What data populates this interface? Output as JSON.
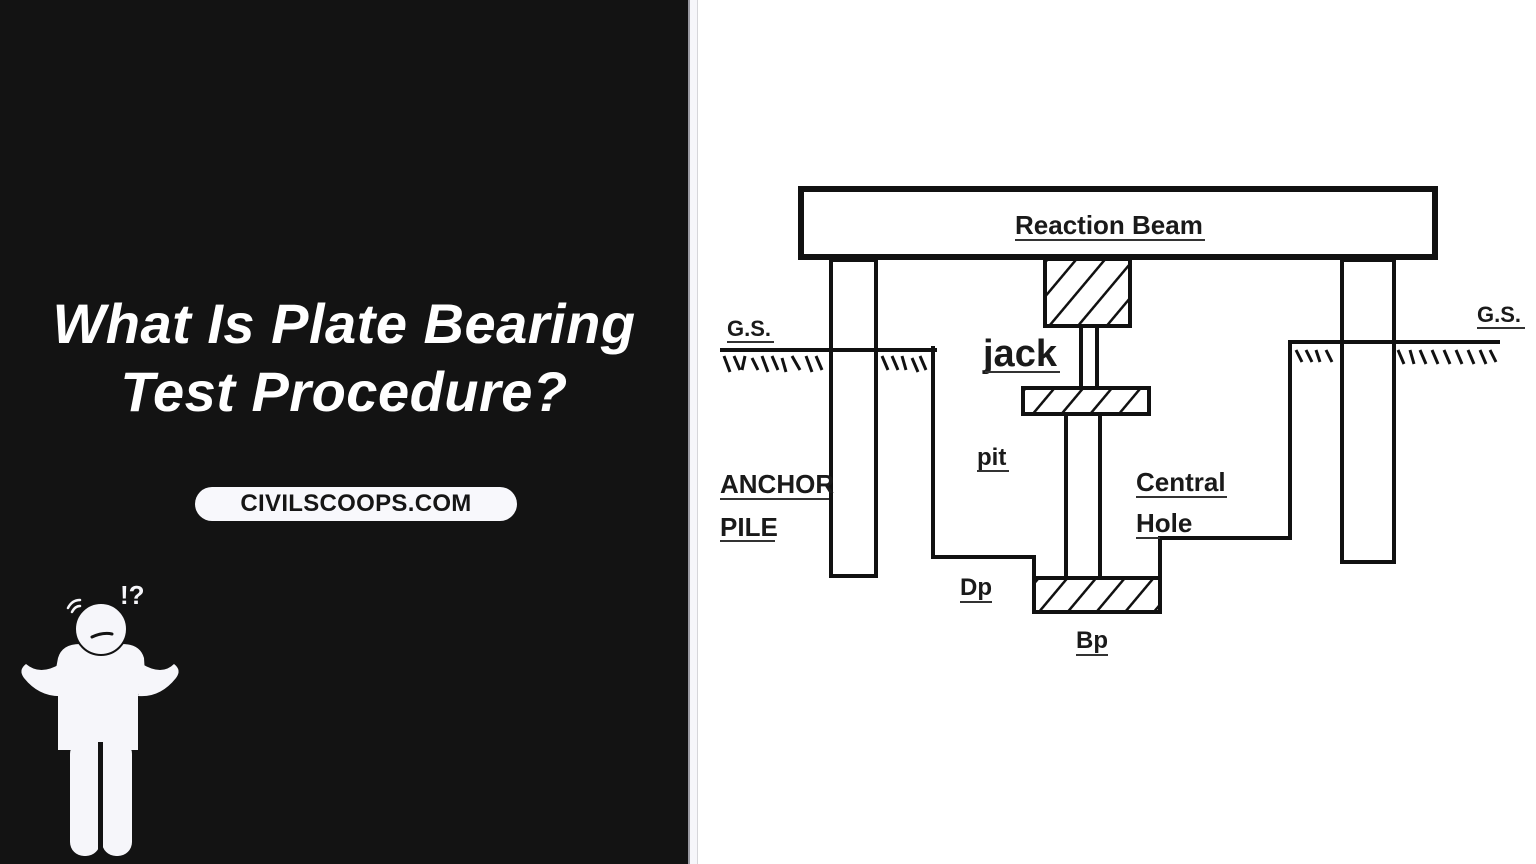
{
  "left_panel": {
    "title_line1": "What Is Plate Bearing",
    "title_line2": "Test Procedure?",
    "badge_text": "CIVILSCOOPS.COM",
    "illustration": "confused-shrugging-person-icon",
    "illustration_mark": "!?",
    "background_color": "#131313",
    "text_color": "#ffffff"
  },
  "diagram": {
    "labels": {
      "reaction_beam": "Reaction Beam",
      "jack": "jack",
      "gs_left": "G.S.",
      "gs_right": "G.S.",
      "anchor": "ANCHOR",
      "pile": "PILE",
      "pit": "pit",
      "central": "Central",
      "hole": "Hole",
      "dp": "Dp",
      "bp": "Bp"
    }
  }
}
